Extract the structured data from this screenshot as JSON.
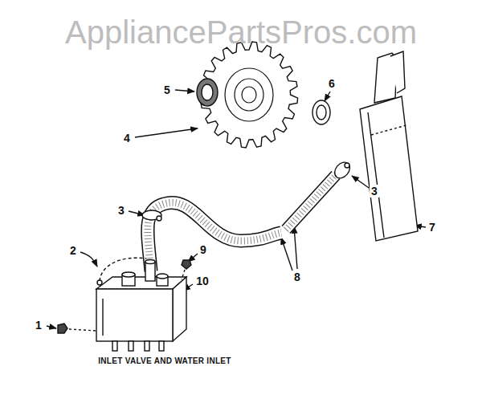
{
  "diagram": {
    "caption": "INLET VALVE AND WATER INLET",
    "labels": [
      "AppliancePartsPros.com",
      "5",
      "6",
      "4",
      "3",
      "3",
      "2",
      "9",
      "8",
      "1",
      "10",
      "7"
    ]
  }
}
